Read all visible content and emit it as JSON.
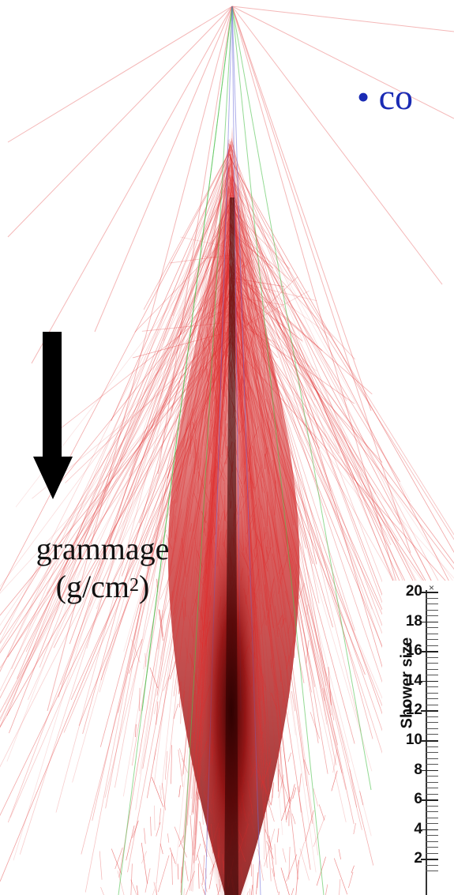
{
  "bullet": {
    "symbol": "•",
    "text": "co"
  },
  "grammage": {
    "label": "grammage",
    "unit_prefix": "(g/cm",
    "unit_exp": "2",
    "unit_suffix": ")"
  },
  "inset": {
    "ylabel": "Shower size",
    "corner_mark": "×",
    "ticks": [
      "20",
      "18",
      "16",
      "14",
      "12",
      "10",
      "8",
      "6",
      "4",
      "2"
    ]
  },
  "colors": {
    "shower_tracks": "#e03030",
    "shower_core": "#2a0000",
    "muon_tracks": "#4cc24c",
    "hadron_tracks": "#6a6ad8",
    "bullet_text": "#1a2bb4",
    "arrow": "#000000"
  },
  "icons": {
    "arrow": "down-arrow-icon"
  }
}
